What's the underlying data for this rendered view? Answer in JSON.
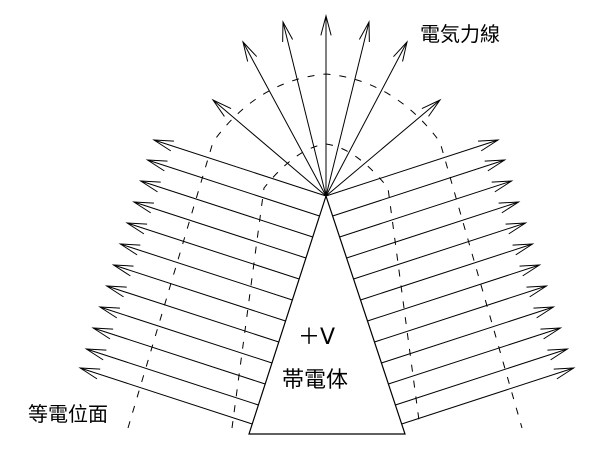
{
  "labels": {
    "field_lines": "電気力線",
    "equipotential": "等電位面",
    "potential": "＋V",
    "charged_body": "帯電体"
  },
  "colors": {
    "line": "#000000",
    "background": "#ffffff"
  },
  "elements": {
    "charged_body_shape": "triangle",
    "field_line_style": "solid-arrow",
    "equipotential_style": "dashed"
  }
}
